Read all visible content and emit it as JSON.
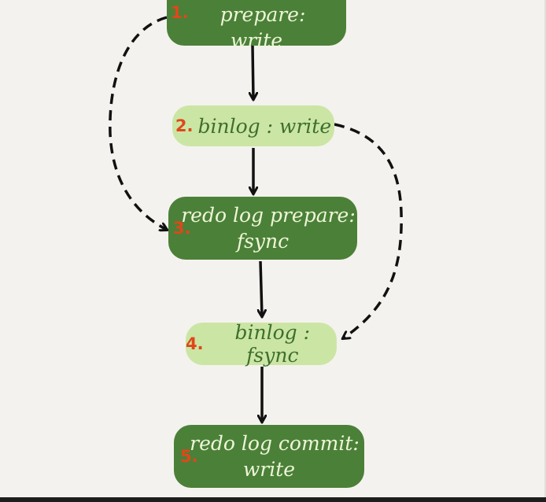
{
  "diagram": {
    "nodes": [
      {
        "id": "n1",
        "number": "1.",
        "line1": "redo log prepare:",
        "line2": "write",
        "style": "dark"
      },
      {
        "id": "n2",
        "number": "2.",
        "line1": "binlog : write",
        "style": "light"
      },
      {
        "id": "n3",
        "number": "3.",
        "line1": "redo log prepare:",
        "line2": "fsync",
        "style": "dark"
      },
      {
        "id": "n4",
        "number": "4.",
        "line1": "binlog : fsync",
        "style": "light"
      },
      {
        "id": "n5",
        "number": "5.",
        "line1": "redo log commit:",
        "line2": "write",
        "style": "dark"
      }
    ],
    "edges": [
      {
        "from": "n1",
        "to": "n2",
        "style": "solid"
      },
      {
        "from": "n2",
        "to": "n3",
        "style": "solid"
      },
      {
        "from": "n3",
        "to": "n4",
        "style": "solid"
      },
      {
        "from": "n4",
        "to": "n5",
        "style": "solid"
      },
      {
        "from": "n1",
        "to": "n3",
        "style": "dashed"
      },
      {
        "from": "n2",
        "to": "n4",
        "style": "dashed"
      }
    ],
    "colors": {
      "background": "#f4f2ee",
      "dark_node": "#4b8038",
      "light_node": "#cbe6a4",
      "number": "#e0471a",
      "arrow": "#111111"
    }
  }
}
